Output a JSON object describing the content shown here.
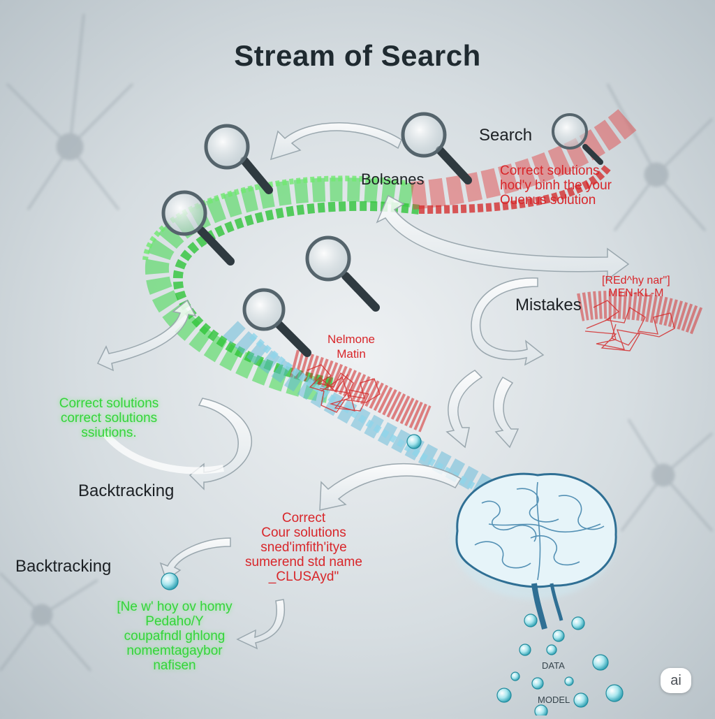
{
  "title": "Stream of Search",
  "labels": {
    "search": "Search",
    "bolsanes": "Bolsanes",
    "mistakes": "Mistakes",
    "backtracking_1": "Backtracking",
    "backtracking_2": "Backtracking",
    "data": "DATA",
    "model": "MODEL",
    "badge": "ai"
  },
  "red_notes": {
    "top_right": [
      "Correct solutions",
      "hod'y binh the your",
      "Ouenus solution"
    ],
    "mistakes_tag": [
      "[REd^hy nar\"]",
      "MEN-KL-M"
    ],
    "middle": [
      "Nelmone",
      "Matin"
    ],
    "bottom": [
      "Correct",
      "Cour solutions",
      "sned'imfith'itye",
      "sumerend std name",
      "_CLUSAyd\""
    ]
  },
  "green_notes": {
    "left": [
      "Correct solutions",
      "correct solutions",
      "ssiutions."
    ],
    "bottom": [
      "[Ne w' hoy ov homy",
      "Pedaho/Y",
      "coupafndl ghlong",
      "nomemtagaybor",
      "nafisen"
    ]
  },
  "colors": {
    "correct": "#34d43a",
    "mistake": "#d8262a",
    "title": "#1f2a30",
    "stream_blue": "#5fb8d8",
    "brain": "#3a7fa8"
  },
  "icons": [
    "magnifier-icon",
    "brain-icon",
    "arrow-icon",
    "bubble-icon",
    "neuron-icon"
  ]
}
